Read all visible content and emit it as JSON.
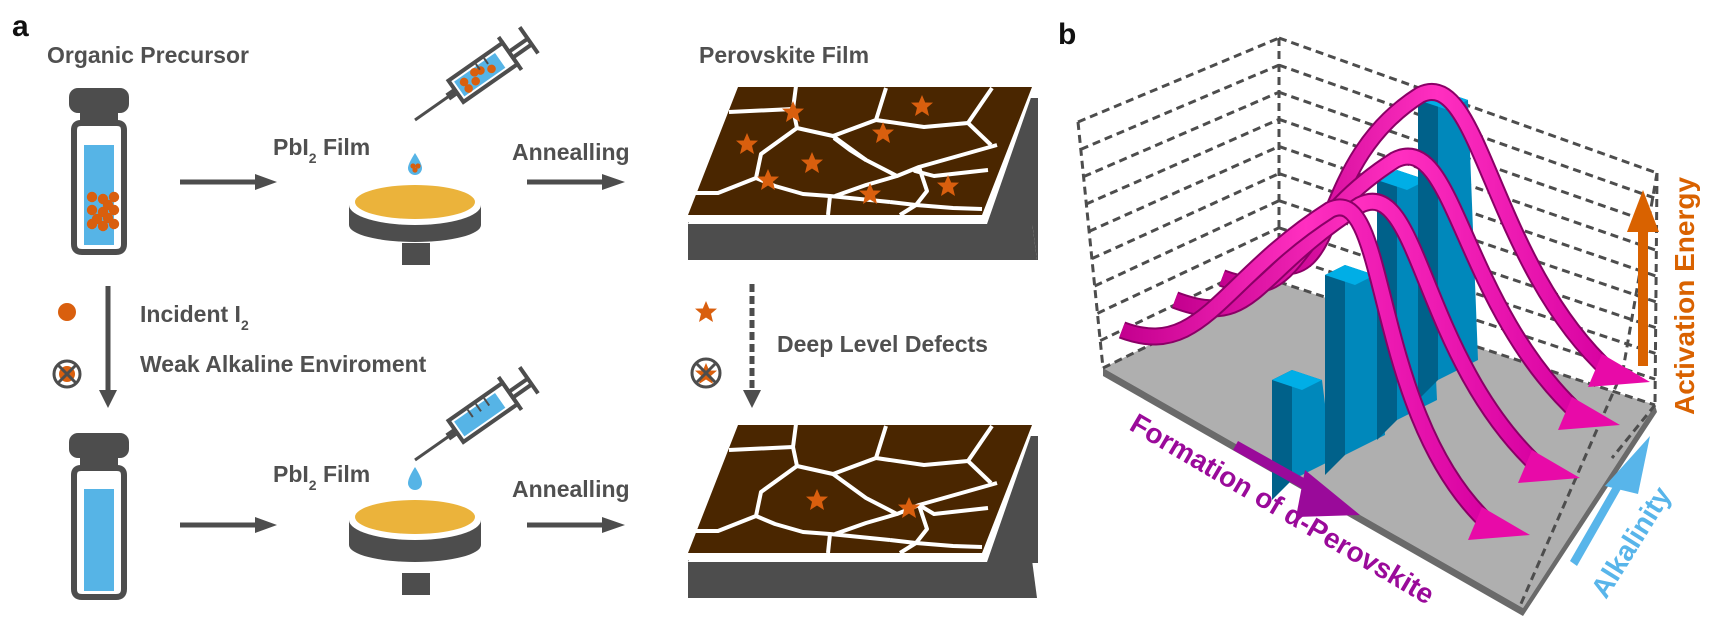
{
  "panels": {
    "a": {
      "label": "a",
      "top_row": {
        "precursor_label": "Organic Precursor",
        "pbi2_label_main": "PbI",
        "pbi2_label_sub": "2",
        "pbi2_label_tail": " Film",
        "annealing_label": "Annealling",
        "product_label": "Perovskite Film"
      },
      "legend_left": {
        "incident_label_main": "Incident I",
        "incident_label_sub": "2",
        "alkaline_label": "Weak Alkaline Enviroment"
      },
      "legend_right": {
        "defects_label": "Deep Level Defects"
      },
      "bottom_row": {
        "pbi2_label_main": "PbI",
        "pbi2_label_sub": "2",
        "pbi2_label_tail": " Film",
        "annealing_label": "Annealling"
      }
    },
    "b": {
      "label": "b",
      "axis_x_label": "Formation of α-Perovskite",
      "axis_y_label": "Alkalinity",
      "axis_z_label": "Activation Energy"
    }
  },
  "colors": {
    "dark_gray": "#4d4d4d",
    "text_gray": "#505050",
    "solution_blue": "#56b4e6",
    "iodine_orange": "#d95f0e",
    "pbi2_yellow": "#ebb33b",
    "film_brown": "#4a2600",
    "ribbon_magenta": "#ee16b0",
    "bar_blue": "#0088bb",
    "bar_top": "#00aee6",
    "floor_gray": "#afafaf",
    "formation_purple": "#9a0a9a",
    "alkalinity_blue": "#58b5ea",
    "activation_orange": "#d96200"
  }
}
